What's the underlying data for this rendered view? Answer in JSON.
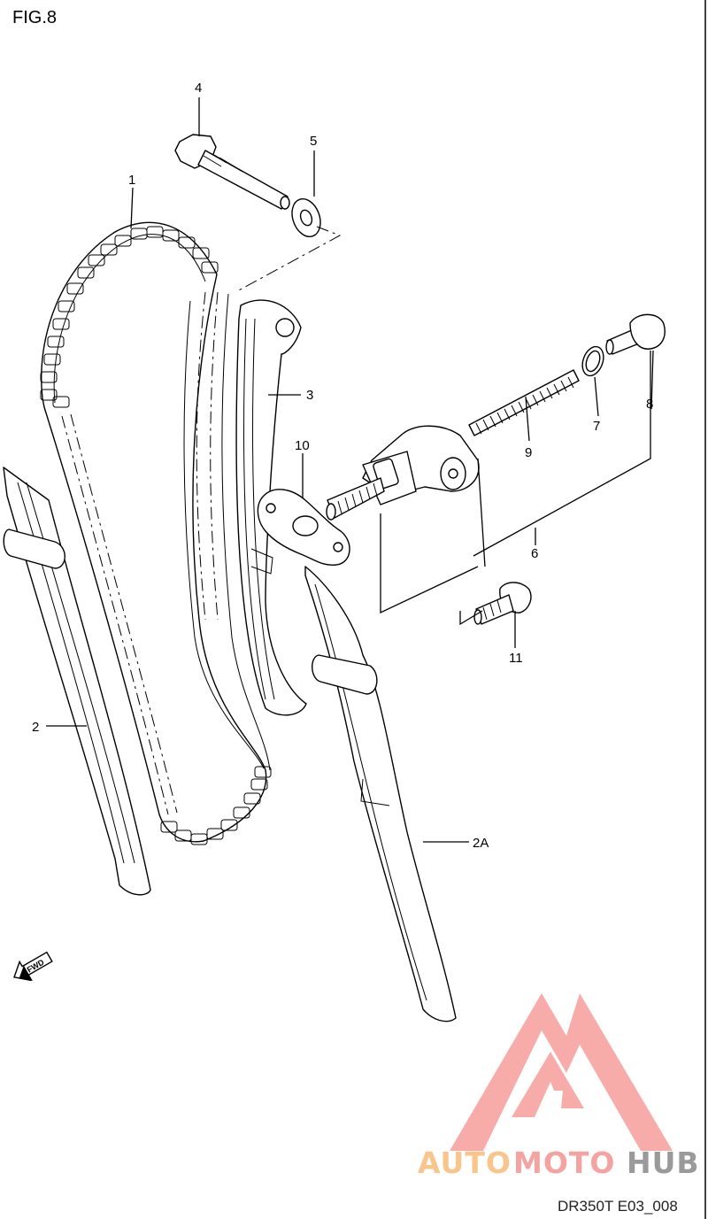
{
  "figure_title": "FIG.8",
  "diagram_code": "DR350T E03_008",
  "fwd_label": "FWD",
  "watermark": {
    "part1": "AUTO",
    "part2": "MOTO",
    "part3": "HUB"
  },
  "callouts": {
    "c1": "1",
    "c2": "2",
    "c2a": "2A",
    "c3": "3",
    "c4": "4",
    "c5": "5",
    "c6": "6",
    "c7": "7",
    "c8": "8",
    "c9": "9",
    "c10": "10",
    "c11": "11"
  },
  "colors": {
    "watermark_red": "#f5a3a0",
    "watermark_orange": "#f9c58a",
    "line": "#000000"
  }
}
